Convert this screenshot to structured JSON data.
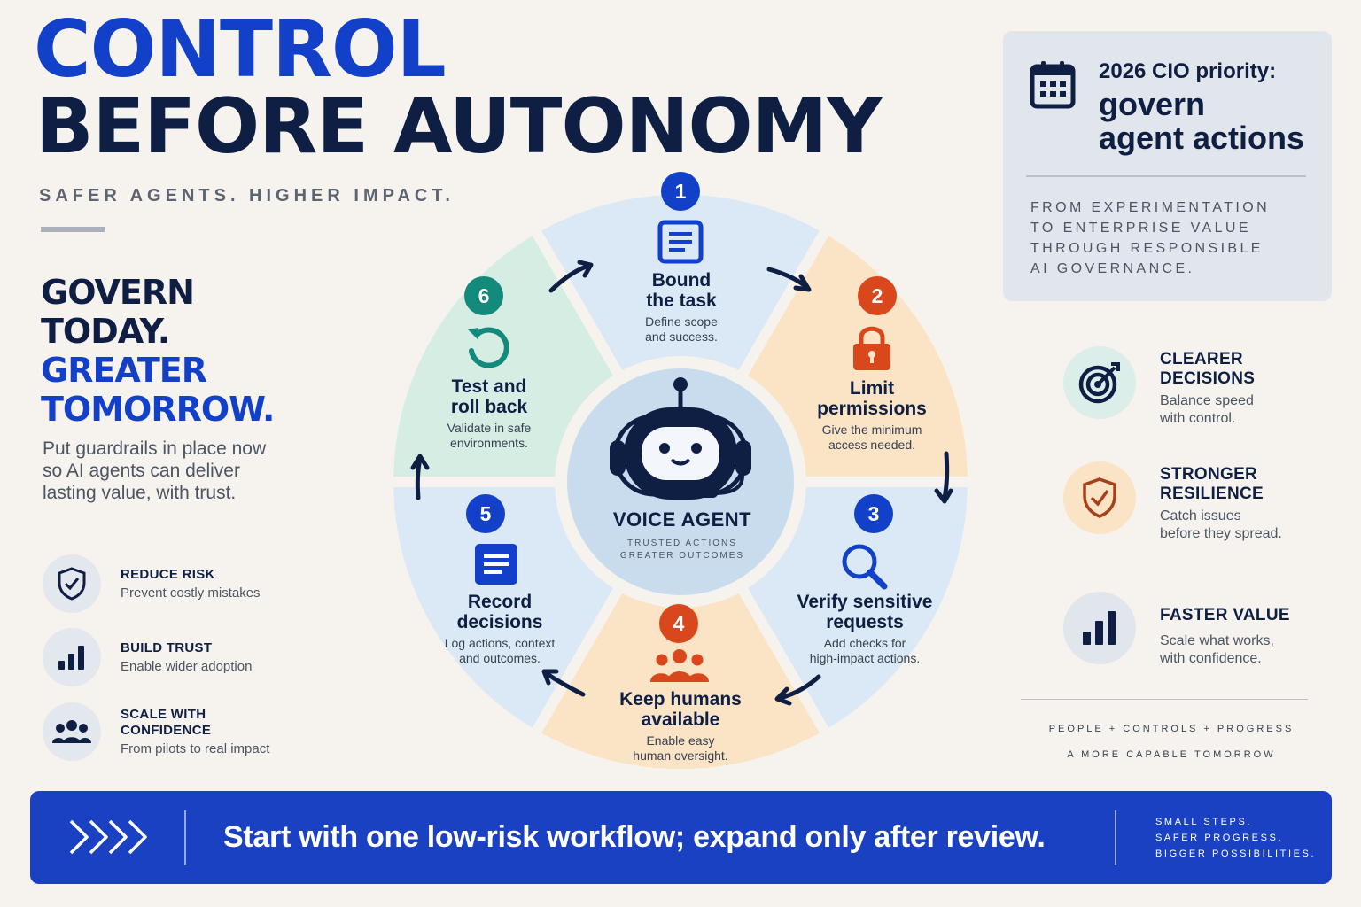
{
  "title": {
    "line1": "CONTROL",
    "line2": "BEFORE AUTONOMY"
  },
  "tagline": "SAFER AGENTS. HIGHER IMPACT.",
  "govern": {
    "line1": "GOVERN",
    "line2": "TODAY.",
    "line3": "GREATER",
    "line4": "TOMORROW."
  },
  "lead": "Put guardrails in place now so AI agents can deliver lasting value, with trust.",
  "left_benefits": [
    {
      "title": "REDUCE RISK",
      "desc": "Prevent costly mistakes",
      "icon": "shield-check-icon"
    },
    {
      "title": "BUILD TRUST",
      "desc": "Enable wider adoption",
      "icon": "bar-chart-icon"
    },
    {
      "title": "SCALE WITH",
      "title2": "CONFIDENCE",
      "desc": "From pilots to real impact",
      "icon": "people-group-icon"
    }
  ],
  "steps": [
    {
      "num": "1",
      "title1": "Bound",
      "title2": "the task",
      "desc1": "Define scope",
      "desc2": "and success.",
      "icon": "document-icon"
    },
    {
      "num": "2",
      "title1": "Limit",
      "title2": "permissions",
      "desc1": "Give the minimum",
      "desc2": "access needed.",
      "icon": "padlock-icon"
    },
    {
      "num": "3",
      "title1": "Verify sensitive",
      "title2": "requests",
      "desc1": "Add checks for",
      "desc2": "high-impact actions.",
      "icon": "magnifier-icon"
    },
    {
      "num": "4",
      "title1": "Keep humans",
      "title2": "available",
      "desc1": "Enable easy",
      "desc2": "human oversight.",
      "icon": "people-icon"
    },
    {
      "num": "5",
      "title1": "Record",
      "title2": "decisions",
      "desc1": "Log actions, context",
      "desc2": "and outcomes.",
      "icon": "log-document-icon"
    },
    {
      "num": "6",
      "title1": "Test and",
      "title2": "roll back",
      "desc1": "Validate in safe",
      "desc2": "environments.",
      "icon": "rollback-icon"
    }
  ],
  "center": {
    "title": "VOICE AGENT",
    "sub1": "TRUSTED ACTIONS",
    "sub2": "GREATER OUTCOMES",
    "icon": "robot-headset-icon"
  },
  "cio": {
    "kicker": "2026 CIO priority:",
    "value1": "govern",
    "value2": "agent actions",
    "para1": "FROM EXPERIMENTATION",
    "para2": "TO ENTERPRISE VALUE",
    "para3": "THROUGH RESPONSIBLE",
    "para4": "AI GOVERNANCE.",
    "icon": "calendar-icon"
  },
  "right_benefits": [
    {
      "title1": "CLEARER",
      "title2": "DECISIONS",
      "desc1": "Balance speed",
      "desc2": "with control.",
      "icon": "target-icon"
    },
    {
      "title1": "STRONGER",
      "title2": "RESILIENCE",
      "desc1": "Catch issues",
      "desc2": "before they spread.",
      "icon": "shield-check-icon"
    },
    {
      "title1": "FASTER VALUE",
      "title2": "",
      "desc1": "Scale what works,",
      "desc2": "with confidence.",
      "icon": "bar-chart-icon"
    }
  ],
  "footer_right": {
    "line1": "PEOPLE  +  CONTROLS  +  PROGRESS",
    "line2": "A MORE CAPABLE TOMORROW"
  },
  "banner": {
    "message": "Start with one low-risk workflow; expand only after review.",
    "small1": "SMALL STEPS.",
    "small2": "SAFER PROGRESS.",
    "small3": "BIGGER POSSIBILITIES."
  },
  "colors": {
    "brand_blue": "#1340c8",
    "navy": "#0f1f44",
    "orange": "#d9481c",
    "teal": "#138a7c",
    "seg_blue": "#dbe9f6",
    "seg_orange": "#fbe3c6",
    "seg_teal": "#d6ede4"
  }
}
